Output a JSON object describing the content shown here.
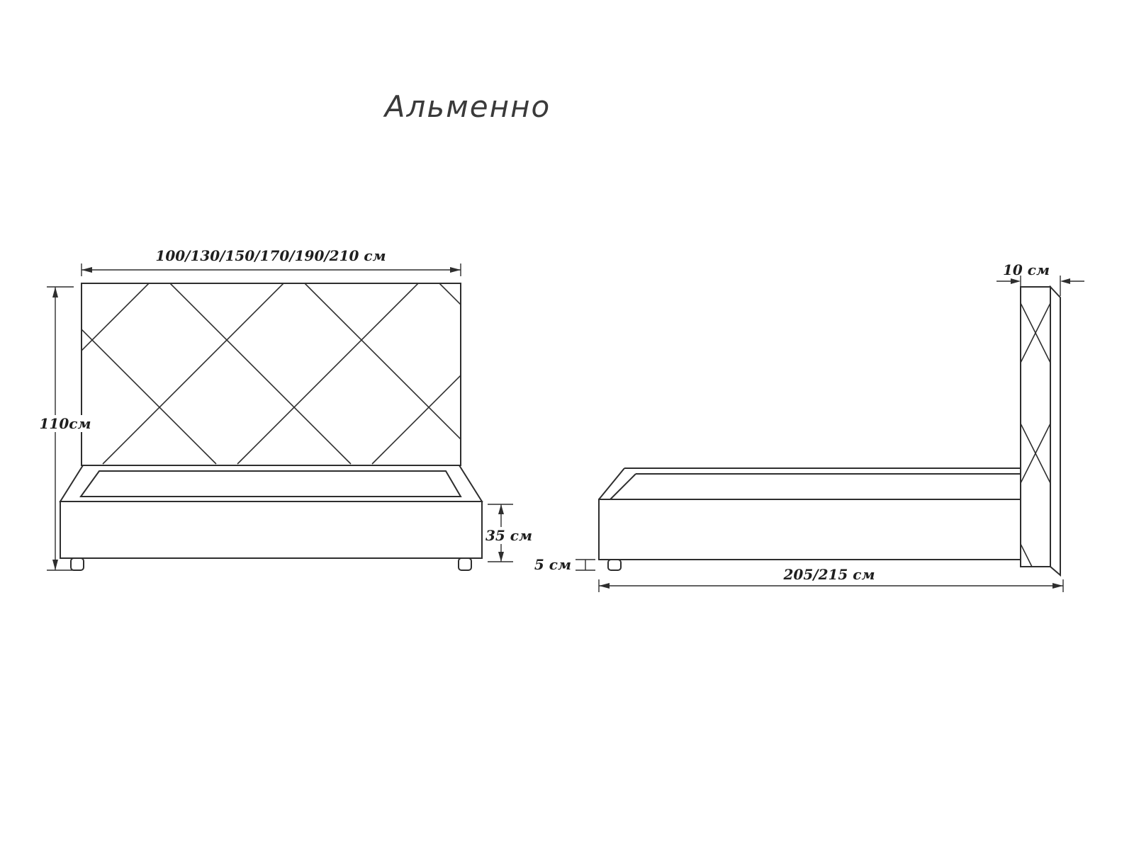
{
  "title": "Альменно",
  "front_view": {
    "width_label": "100/130/150/170/190/210 см",
    "height_label": "110см",
    "base_height_label": "35 см"
  },
  "side_view": {
    "thickness_label": "10 см",
    "length_label": "205/215 см",
    "leg_height_label": "5 см"
  },
  "colors": {
    "line": "#2e2e2e",
    "background": "#ffffff"
  }
}
